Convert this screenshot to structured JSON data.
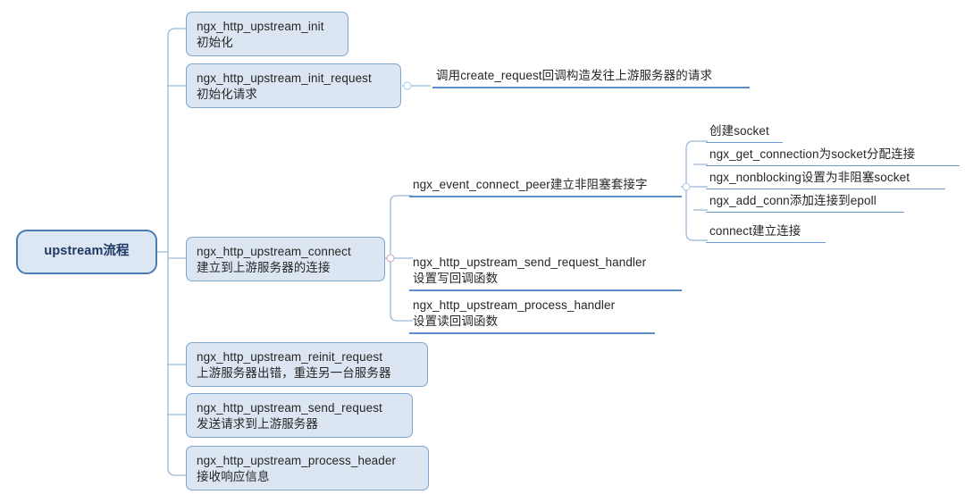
{
  "diagram": {
    "title": "upstream流程",
    "type": "mindmap",
    "colors": {
      "node_fill": "#dce6f2",
      "node_border": "#7da5cd",
      "root_border": "#4a7cb5",
      "connector": "#9ab8d8",
      "underline": "#5b8fc9",
      "text": "#262626",
      "root_text": "#1f3864"
    }
  },
  "root": {
    "label": "upstream流程"
  },
  "branches": [
    {
      "id": "init",
      "line1": "ngx_http_upstream_init",
      "line2": "初始化",
      "children": []
    },
    {
      "id": "init_request",
      "line1": "ngx_http_upstream_init_request",
      "line2": "初始化请求",
      "children": [
        {
          "id": "create_request",
          "line1": "调用create_request回调构造发往上游服务器的请求",
          "line2": ""
        }
      ]
    },
    {
      "id": "connect",
      "line1": "ngx_http_upstream_connect",
      "line2": "建立到上游服务器的连接",
      "children": [
        {
          "id": "connect_peer",
          "line1": "ngx_event_connect_peer建立非阻塞套接字",
          "line2": "",
          "children": [
            {
              "id": "create_socket",
              "line1": "创建socket",
              "line2": ""
            },
            {
              "id": "get_connection",
              "line1": "ngx_get_connection为socket分配连接",
              "line2": ""
            },
            {
              "id": "nonblocking",
              "line1": "ngx_nonblocking设置为非阻塞socket",
              "line2": ""
            },
            {
              "id": "add_conn",
              "line1": "ngx_add_conn添加连接到epoll",
              "line2": ""
            },
            {
              "id": "connect_call",
              "line1": "connect建立连接",
              "line2": ""
            }
          ]
        },
        {
          "id": "send_request_handler",
          "line1": "ngx_http_upstream_send_request_handler",
          "line2": "设置写回调函数",
          "children": []
        },
        {
          "id": "process_handler",
          "line1": "ngx_http_upstream_process_handler",
          "line2": "设置读回调函数",
          "children": []
        }
      ]
    },
    {
      "id": "reinit_request",
      "line1": "ngx_http_upstream_reinit_request",
      "line2": "上游服务器出错，重连另一台服务器",
      "children": []
    },
    {
      "id": "send_request",
      "line1": "ngx_http_upstream_send_request",
      "line2": "发送请求到上游服务器",
      "children": []
    },
    {
      "id": "process_header",
      "line1": "ngx_http_upstream_process_header",
      "line2": "接收响应信息",
      "children": []
    }
  ]
}
